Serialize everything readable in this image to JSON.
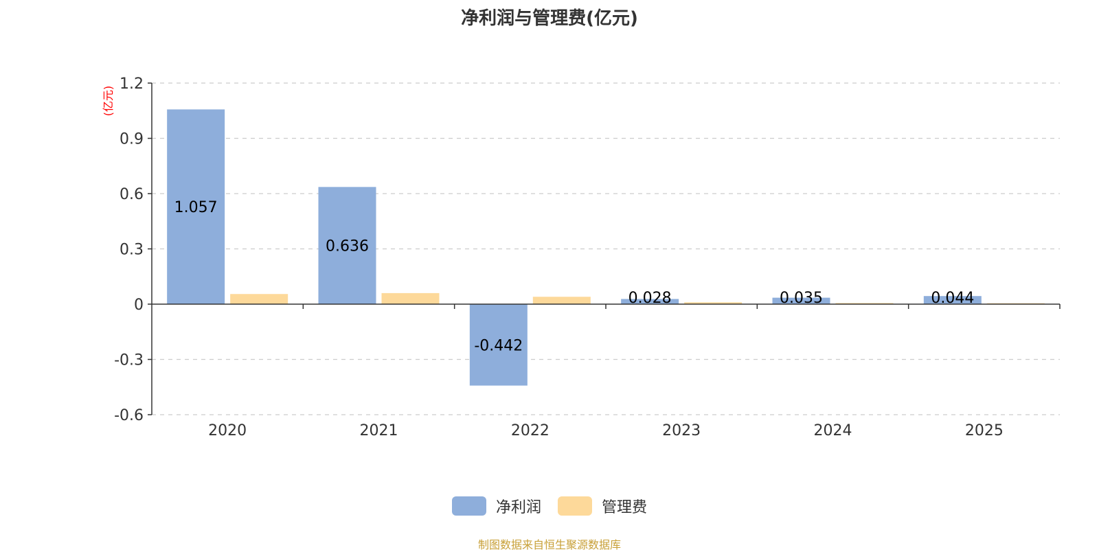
{
  "chart_data": {
    "type": "bar",
    "title": "净利润与管理费(亿元)",
    "ylabel": "(亿元)",
    "ylim": [
      -0.6,
      1.2
    ],
    "yticks": [
      -0.6,
      -0.3,
      0,
      0.3,
      0.6,
      0.9,
      1.2
    ],
    "ytick_labels": [
      "-0.6",
      "-0.3",
      "0",
      "0.3",
      "0.6",
      "0.9",
      "1.2"
    ],
    "categories": [
      "2020",
      "2021",
      "2022",
      "2023",
      "2024",
      "2025"
    ],
    "grid": true,
    "legend_position": "bottom-center",
    "series": [
      {
        "name": "净利润",
        "color": "#8eaedb",
        "values": [
          1.057,
          0.636,
          -0.442,
          0.028,
          0.035,
          0.044
        ],
        "labels": [
          "1.057",
          "0.636",
          "-0.442",
          "0.028",
          "0.035",
          "0.044"
        ]
      },
      {
        "name": "管理费",
        "color": "#fdd99a",
        "values": [
          0.055,
          0.06,
          0.04,
          0.01,
          0.006,
          0.005
        ]
      }
    ]
  },
  "source": "制图数据来自恒生聚源数据库"
}
